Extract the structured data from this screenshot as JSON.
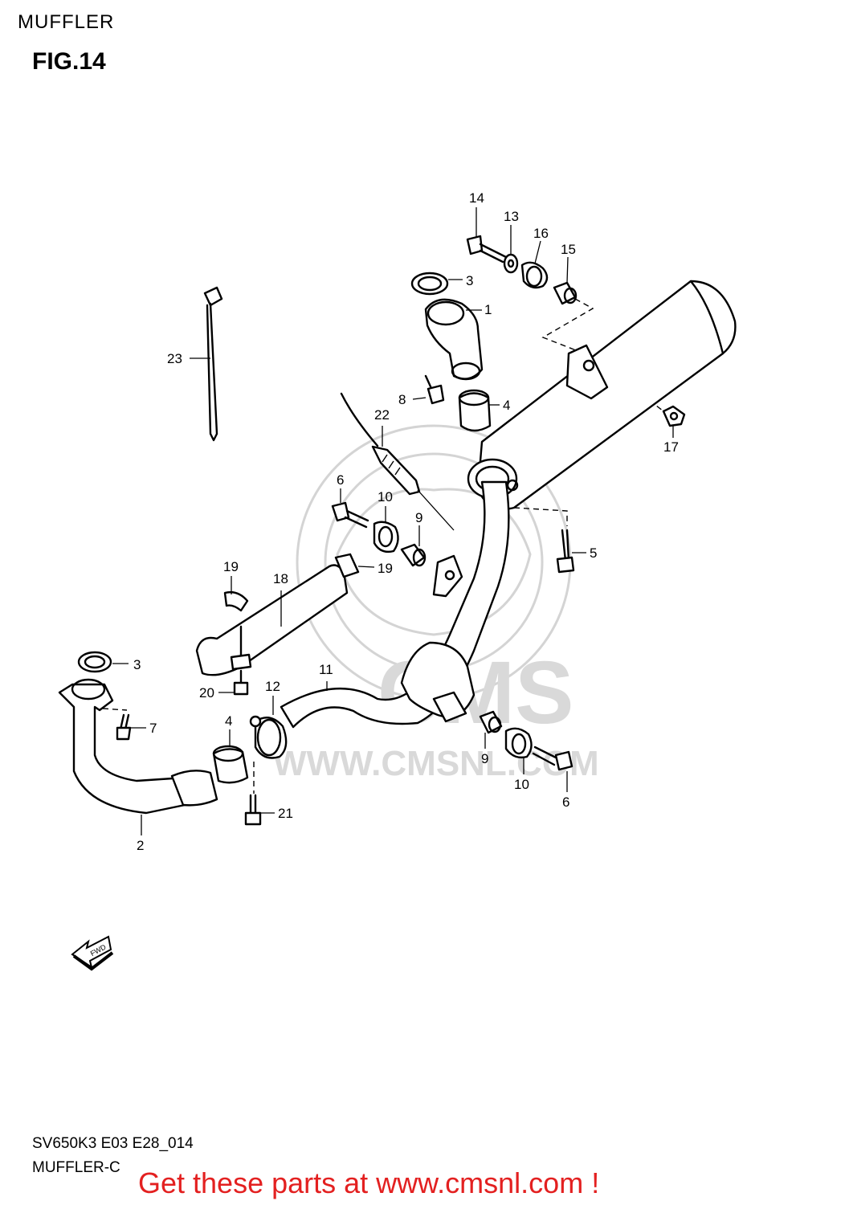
{
  "header": {
    "section": "MUFFLER",
    "figure": "FIG.14"
  },
  "footer": {
    "code": "SV650K3 E03 E28_014",
    "caption": "MUFFLER-C"
  },
  "promo": {
    "text": "Get these parts at www.cmsnl.com !",
    "color": "#e32020"
  },
  "watermark": {
    "brand": "CMS",
    "url": "WWW.CMSNL.COM"
  },
  "labels": {
    "p1": "1",
    "p2": "2",
    "p3a": "3",
    "p3b": "3",
    "p4a": "4",
    "p4b": "4",
    "p5": "5",
    "p6a": "6",
    "p6b": "6",
    "p7": "7",
    "p8": "8",
    "p9a": "9",
    "p9b": "9",
    "p10a": "10",
    "p10b": "10",
    "p11": "11",
    "p12": "12",
    "p13": "13",
    "p14": "14",
    "p15": "15",
    "p16": "16",
    "p17": "17",
    "p18": "18",
    "p19a": "19",
    "p19b": "19",
    "p20": "20",
    "p21": "21",
    "p22": "22",
    "p23": "23"
  },
  "fwd_arrow": {
    "text": "FWD"
  }
}
